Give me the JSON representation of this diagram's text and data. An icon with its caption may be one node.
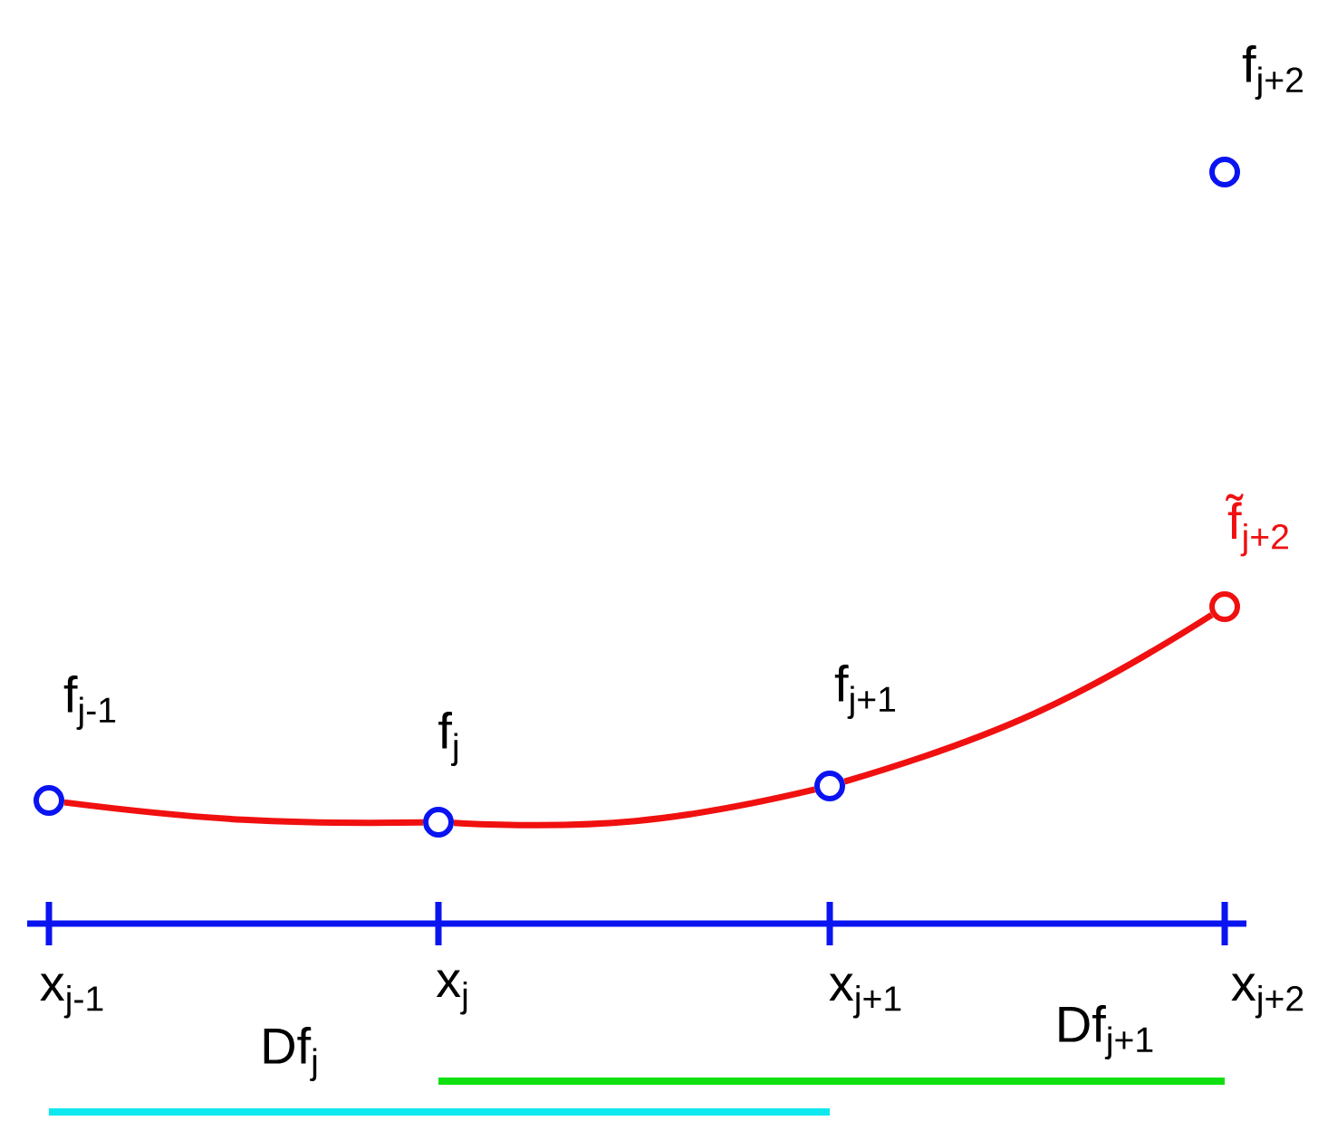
{
  "diagram": {
    "nodes": [
      {
        "text": [],
        "shape": "circle",
        "beside": [
          "f$_{j-1}$"
        ]
      },
      {
        "text": [],
        "shape": "circle",
        "beside": [
          "f$_{j}$"
        ]
      },
      {
        "text": [],
        "shape": "circle",
        "beside": [
          "f$_{j+1}$"
        ]
      },
      {
        "text": [],
        "shape": "circle",
        "beside": [
          "f̃$_{j+2}$"
        ]
      },
      {
        "text": [],
        "shape": "circle",
        "beside": [
          "f$_{j+2}$"
        ]
      }
    ],
    "edges": [
      {
        "from": 0,
        "to": 1,
        "arrow": "none"
      },
      {
        "from": 1,
        "to": 2,
        "arrow": "none"
      },
      {
        "from": 2,
        "to": 3,
        "arrow": "none"
      }
    ],
    "labels": [
      "x$_{j-1}$",
      "x$_{j}$",
      "x$_{j+1}$",
      "x$_{j+2}$",
      "Df$_{j}$",
      "Df$_{j+1}$"
    ]
  }
}
